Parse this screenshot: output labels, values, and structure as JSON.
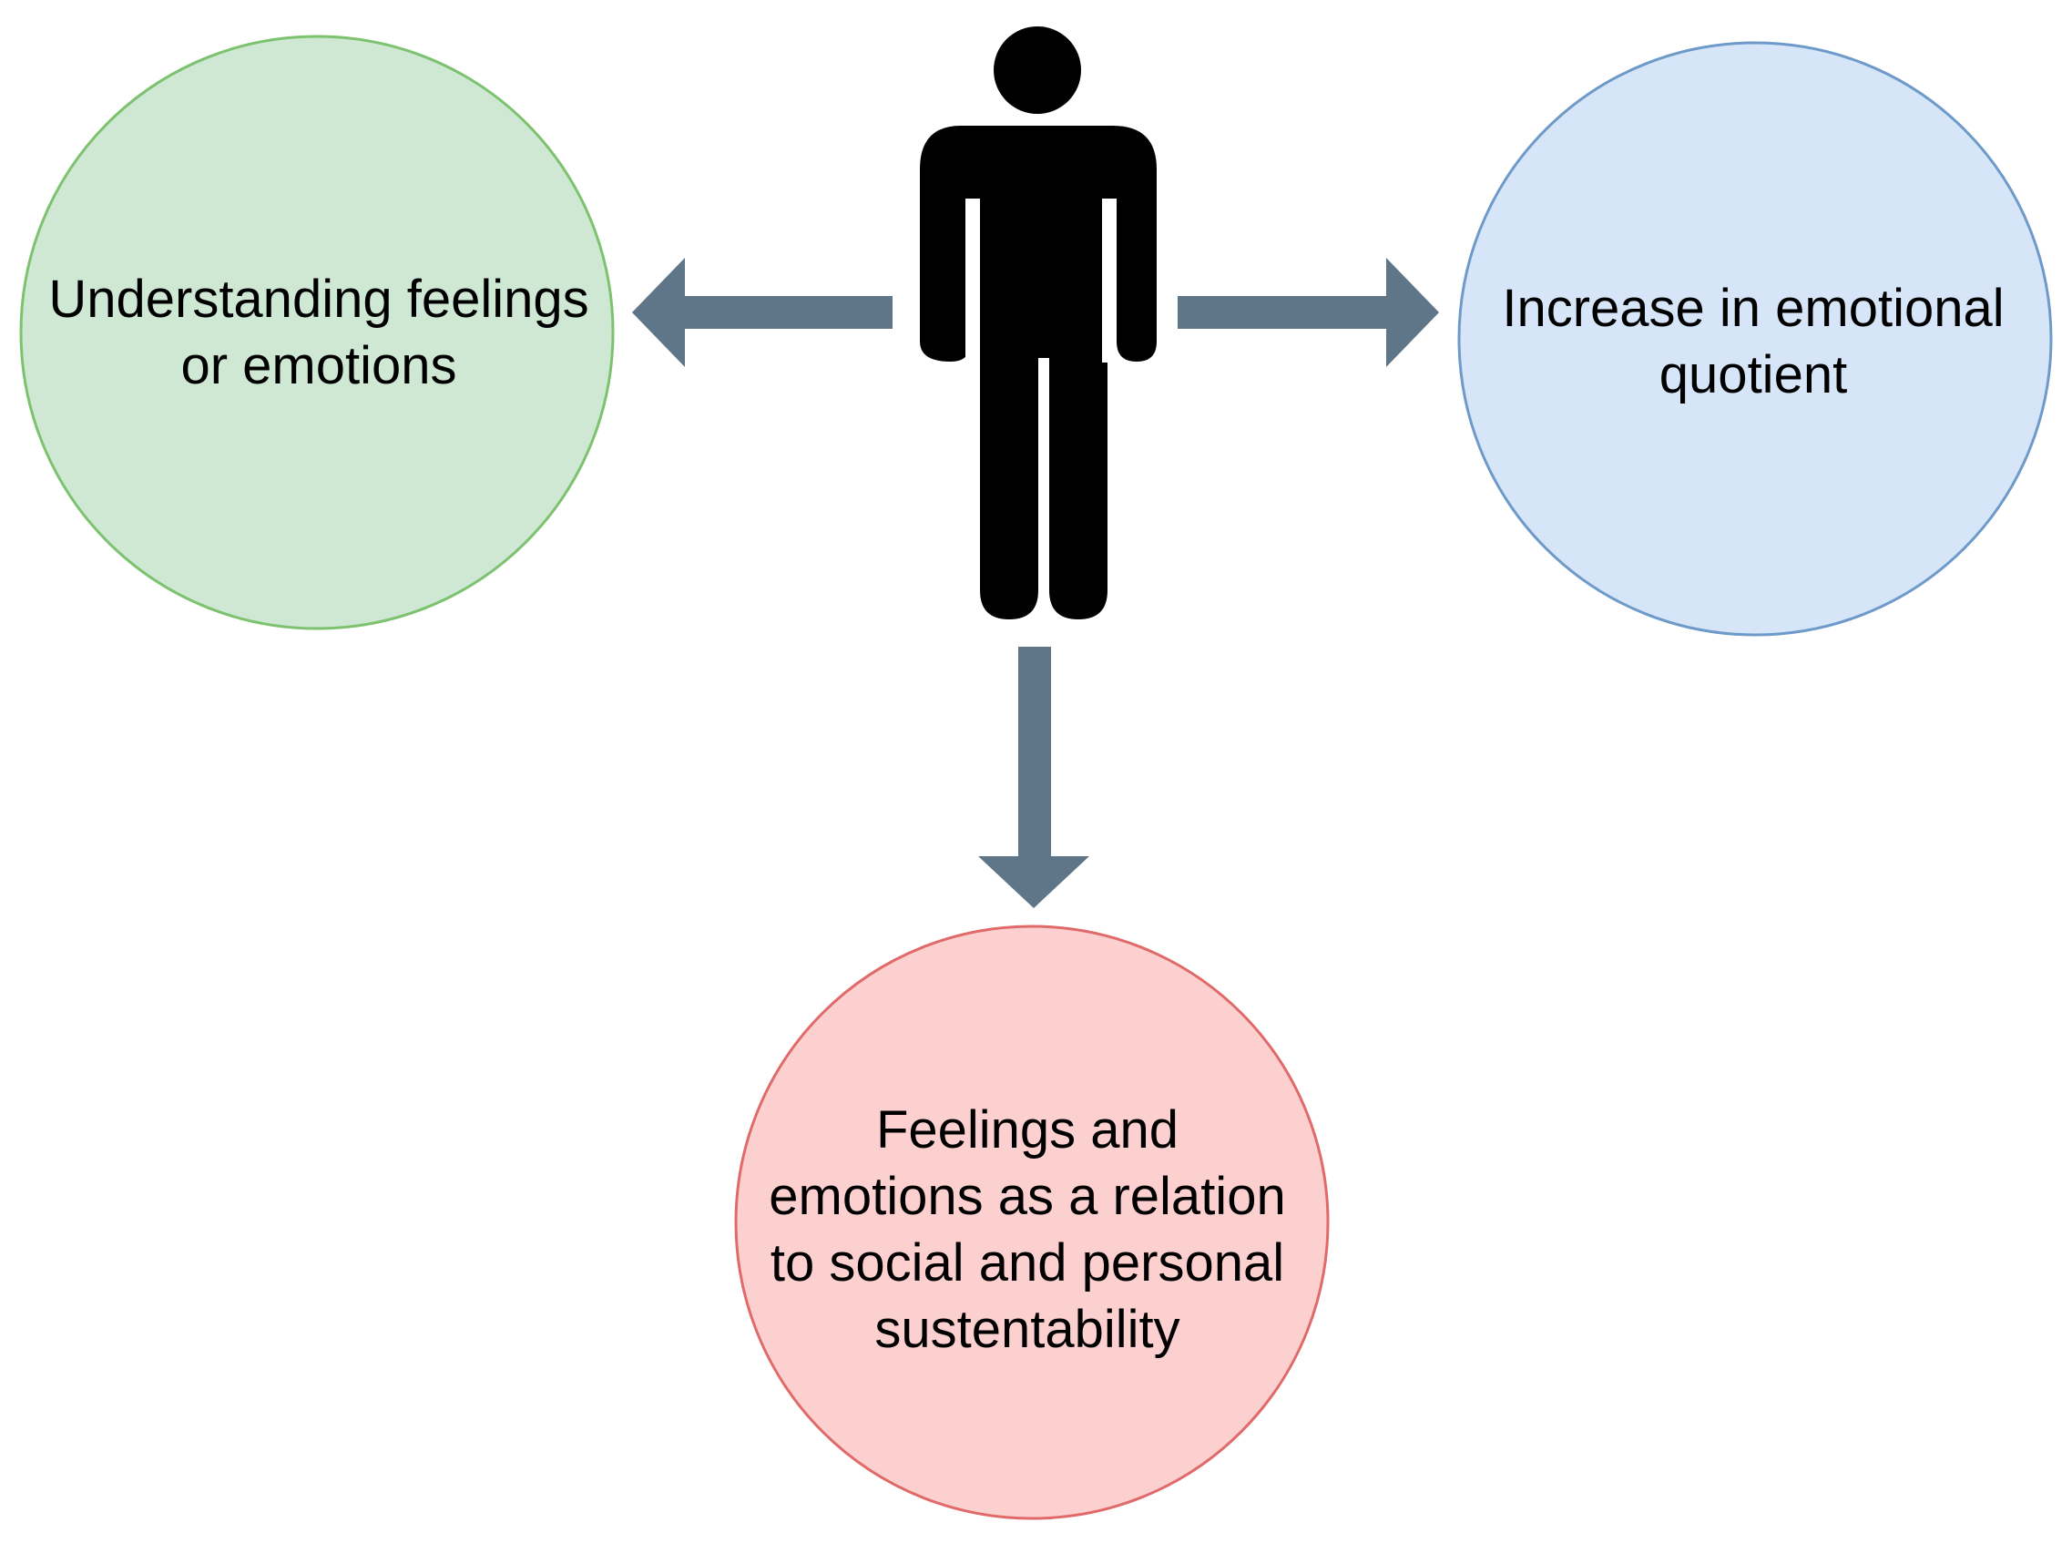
{
  "nodes": [
    {
      "id": "left",
      "text": "Understanding feelings\nor emotions",
      "fill": "#cfe8d4",
      "stroke": "#7cc26f"
    },
    {
      "id": "right",
      "text": "Increase in emotional\nquotient",
      "fill": "#d6e6f8",
      "stroke": "#6e9ac9"
    },
    {
      "id": "bottom",
      "text": "Feelings and\nemotions as a relation\nto social and personal\nsustentability",
      "fill": "#fdd0d0",
      "stroke": "#e06a6a"
    }
  ],
  "person_icon": "standing-person-icon",
  "colors": {
    "arrow": "#5f7689",
    "person": "#000000",
    "background": "#ffffff"
  },
  "edges": [
    {
      "from": "person",
      "to": "left"
    },
    {
      "from": "person",
      "to": "right"
    },
    {
      "from": "person",
      "to": "bottom"
    }
  ]
}
